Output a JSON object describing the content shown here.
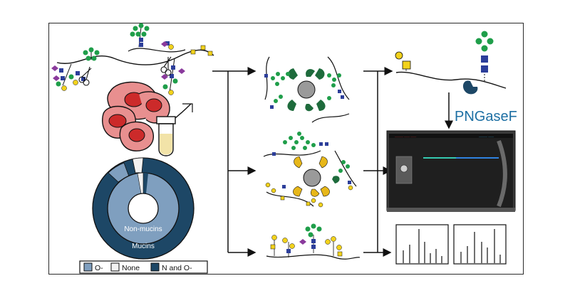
{
  "donut": {
    "inner_label": "Non-mucins",
    "outer_label": "Mucins"
  },
  "legend": {
    "items": [
      {
        "label": "O-",
        "color": "#7f9fbf"
      },
      {
        "label": "None",
        "color": "#f2f2f2"
      },
      {
        "label": "N and O-",
        "color": "#1d4766"
      }
    ]
  },
  "enzyme": {
    "label": "PNGaseF"
  },
  "instrument": {
    "brand_text": "——— —— ——",
    "screen_text": "——— ——"
  },
  "colors": {
    "accent_blue": "#1d6fa3",
    "mucin_navy": "#1d4766",
    "o_gly_blue": "#7f9fbf",
    "cell_pink": "#e88f8f",
    "nucleus_red": "#cc2a2a",
    "glycan_green": "#1f9e4a",
    "glycan_blue": "#2c3e9a",
    "glycan_yellow": "#f2d21c",
    "glycan_purple": "#8a3a9c",
    "lectin_green": "#1e6b3c",
    "lectin_yellow": "#e7b719"
  }
}
